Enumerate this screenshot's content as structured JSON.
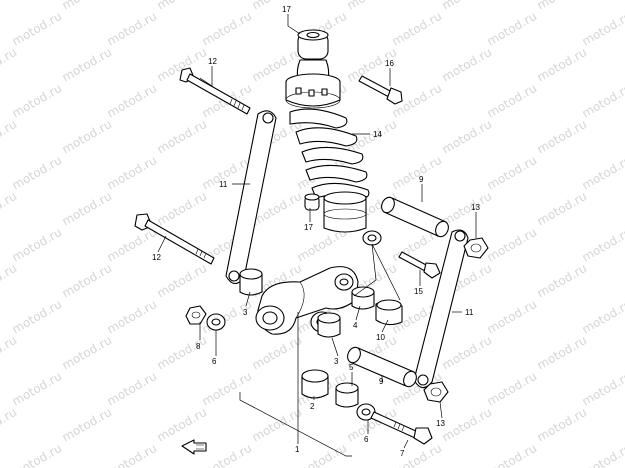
{
  "diagram": {
    "watermark": "motod.ru",
    "callouts": [
      {
        "id": "c17a",
        "text": "17"
      },
      {
        "id": "c16",
        "text": "16"
      },
      {
        "id": "c12a",
        "text": "12"
      },
      {
        "id": "c14",
        "text": "14"
      },
      {
        "id": "c11a",
        "text": "11"
      },
      {
        "id": "c9a",
        "text": "9"
      },
      {
        "id": "c17b",
        "text": "17"
      },
      {
        "id": "c13a",
        "text": "13"
      },
      {
        "id": "c12b",
        "text": "12"
      },
      {
        "id": "c15",
        "text": "15"
      },
      {
        "id": "c11b",
        "text": "11"
      },
      {
        "id": "c3a",
        "text": "3"
      },
      {
        "id": "c4",
        "text": "4"
      },
      {
        "id": "c10",
        "text": "10"
      },
      {
        "id": "c8",
        "text": "8"
      },
      {
        "id": "c6a",
        "text": "6"
      },
      {
        "id": "c3b",
        "text": "3"
      },
      {
        "id": "c9b",
        "text": "9"
      },
      {
        "id": "c5",
        "text": "5"
      },
      {
        "id": "c2",
        "text": "2"
      },
      {
        "id": "c13b",
        "text": "13"
      },
      {
        "id": "c1",
        "text": "1"
      },
      {
        "id": "c6b",
        "text": "6"
      },
      {
        "id": "c7",
        "text": "7"
      }
    ]
  }
}
